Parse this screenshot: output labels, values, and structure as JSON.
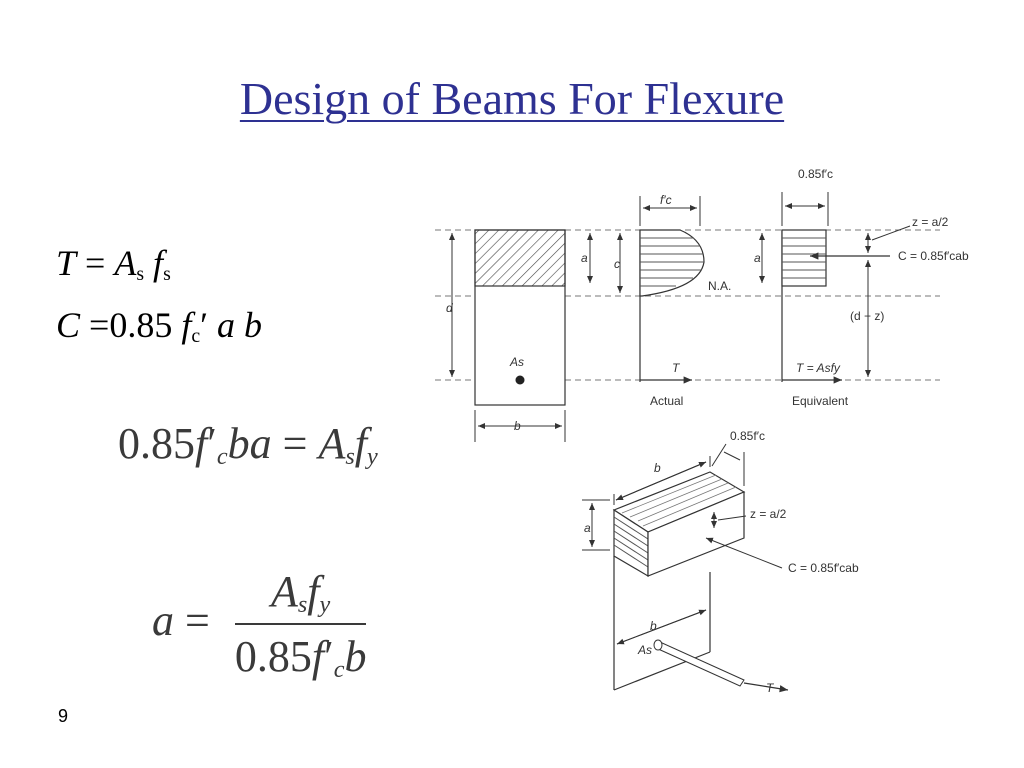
{
  "slide": {
    "title": "Design of Beams For Flexure",
    "page_number": "9"
  },
  "equations": {
    "tension": {
      "lhs": "T",
      "eq": " =",
      "var1": "A",
      "sub1": "s",
      "var2": "f",
      "sub2": "s"
    },
    "compression": {
      "lhs": "C",
      "eq": " =0.85",
      "var1": "f",
      "sub1": "c",
      "prime": "′",
      "var2": "a",
      "var3": "b"
    },
    "equilibrium": {
      "coef": "0.85",
      "f": "f",
      "prime": "′",
      "c": "c",
      "ba": "ba",
      "eq": " = ",
      "A": "A",
      "s": "s",
      "fy": "f",
      "y": "y"
    },
    "depth": {
      "a": "a",
      "eq": " =",
      "num_A": "A",
      "num_s": "s",
      "num_f": "f",
      "num_y": "y",
      "den_coef": "0.85",
      "den_f": "f",
      "den_prime": "′",
      "den_c": "c",
      "den_b": "b"
    }
  },
  "figure": {
    "labels": {
      "top_stress": "0.85f′c",
      "fc_prime": "f′c",
      "z_label": "z = a/2",
      "c_force": "C = 0.85f′cab",
      "a": "a",
      "c": "c",
      "na": "N.A.",
      "d": "d",
      "d_minus_z": "(d − z)",
      "As": "As",
      "T": "T",
      "T_eq": "T = Asfy",
      "b": "b",
      "actual": "Actual",
      "equivalent": "Equivalent"
    }
  }
}
